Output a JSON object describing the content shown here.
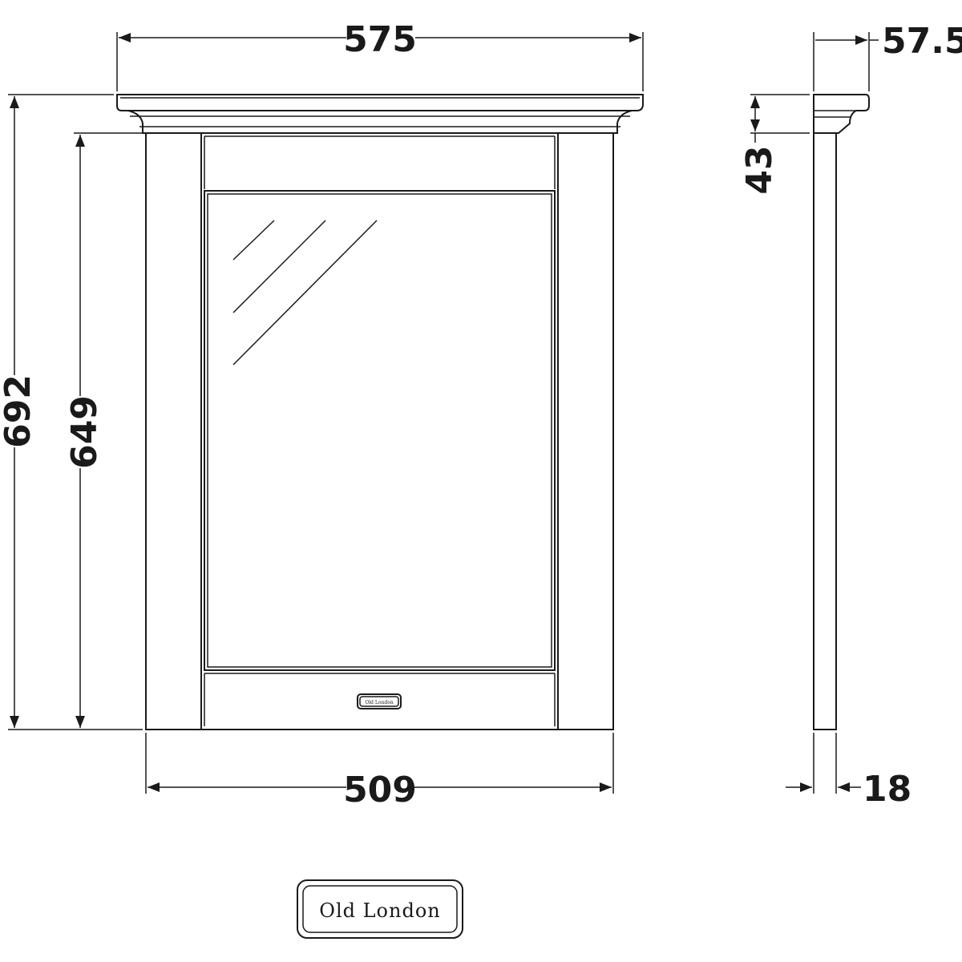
{
  "dimensions": {
    "overall_width": "575",
    "frame_width": "509",
    "overall_height": "692",
    "frame_height": "649",
    "overall_depth": "57.5",
    "cornice_height": "43",
    "frame_depth": "18"
  },
  "brand": {
    "logo_text": "Old London"
  },
  "colors": {
    "line": "#1a1a1a",
    "background": "#ffffff"
  }
}
